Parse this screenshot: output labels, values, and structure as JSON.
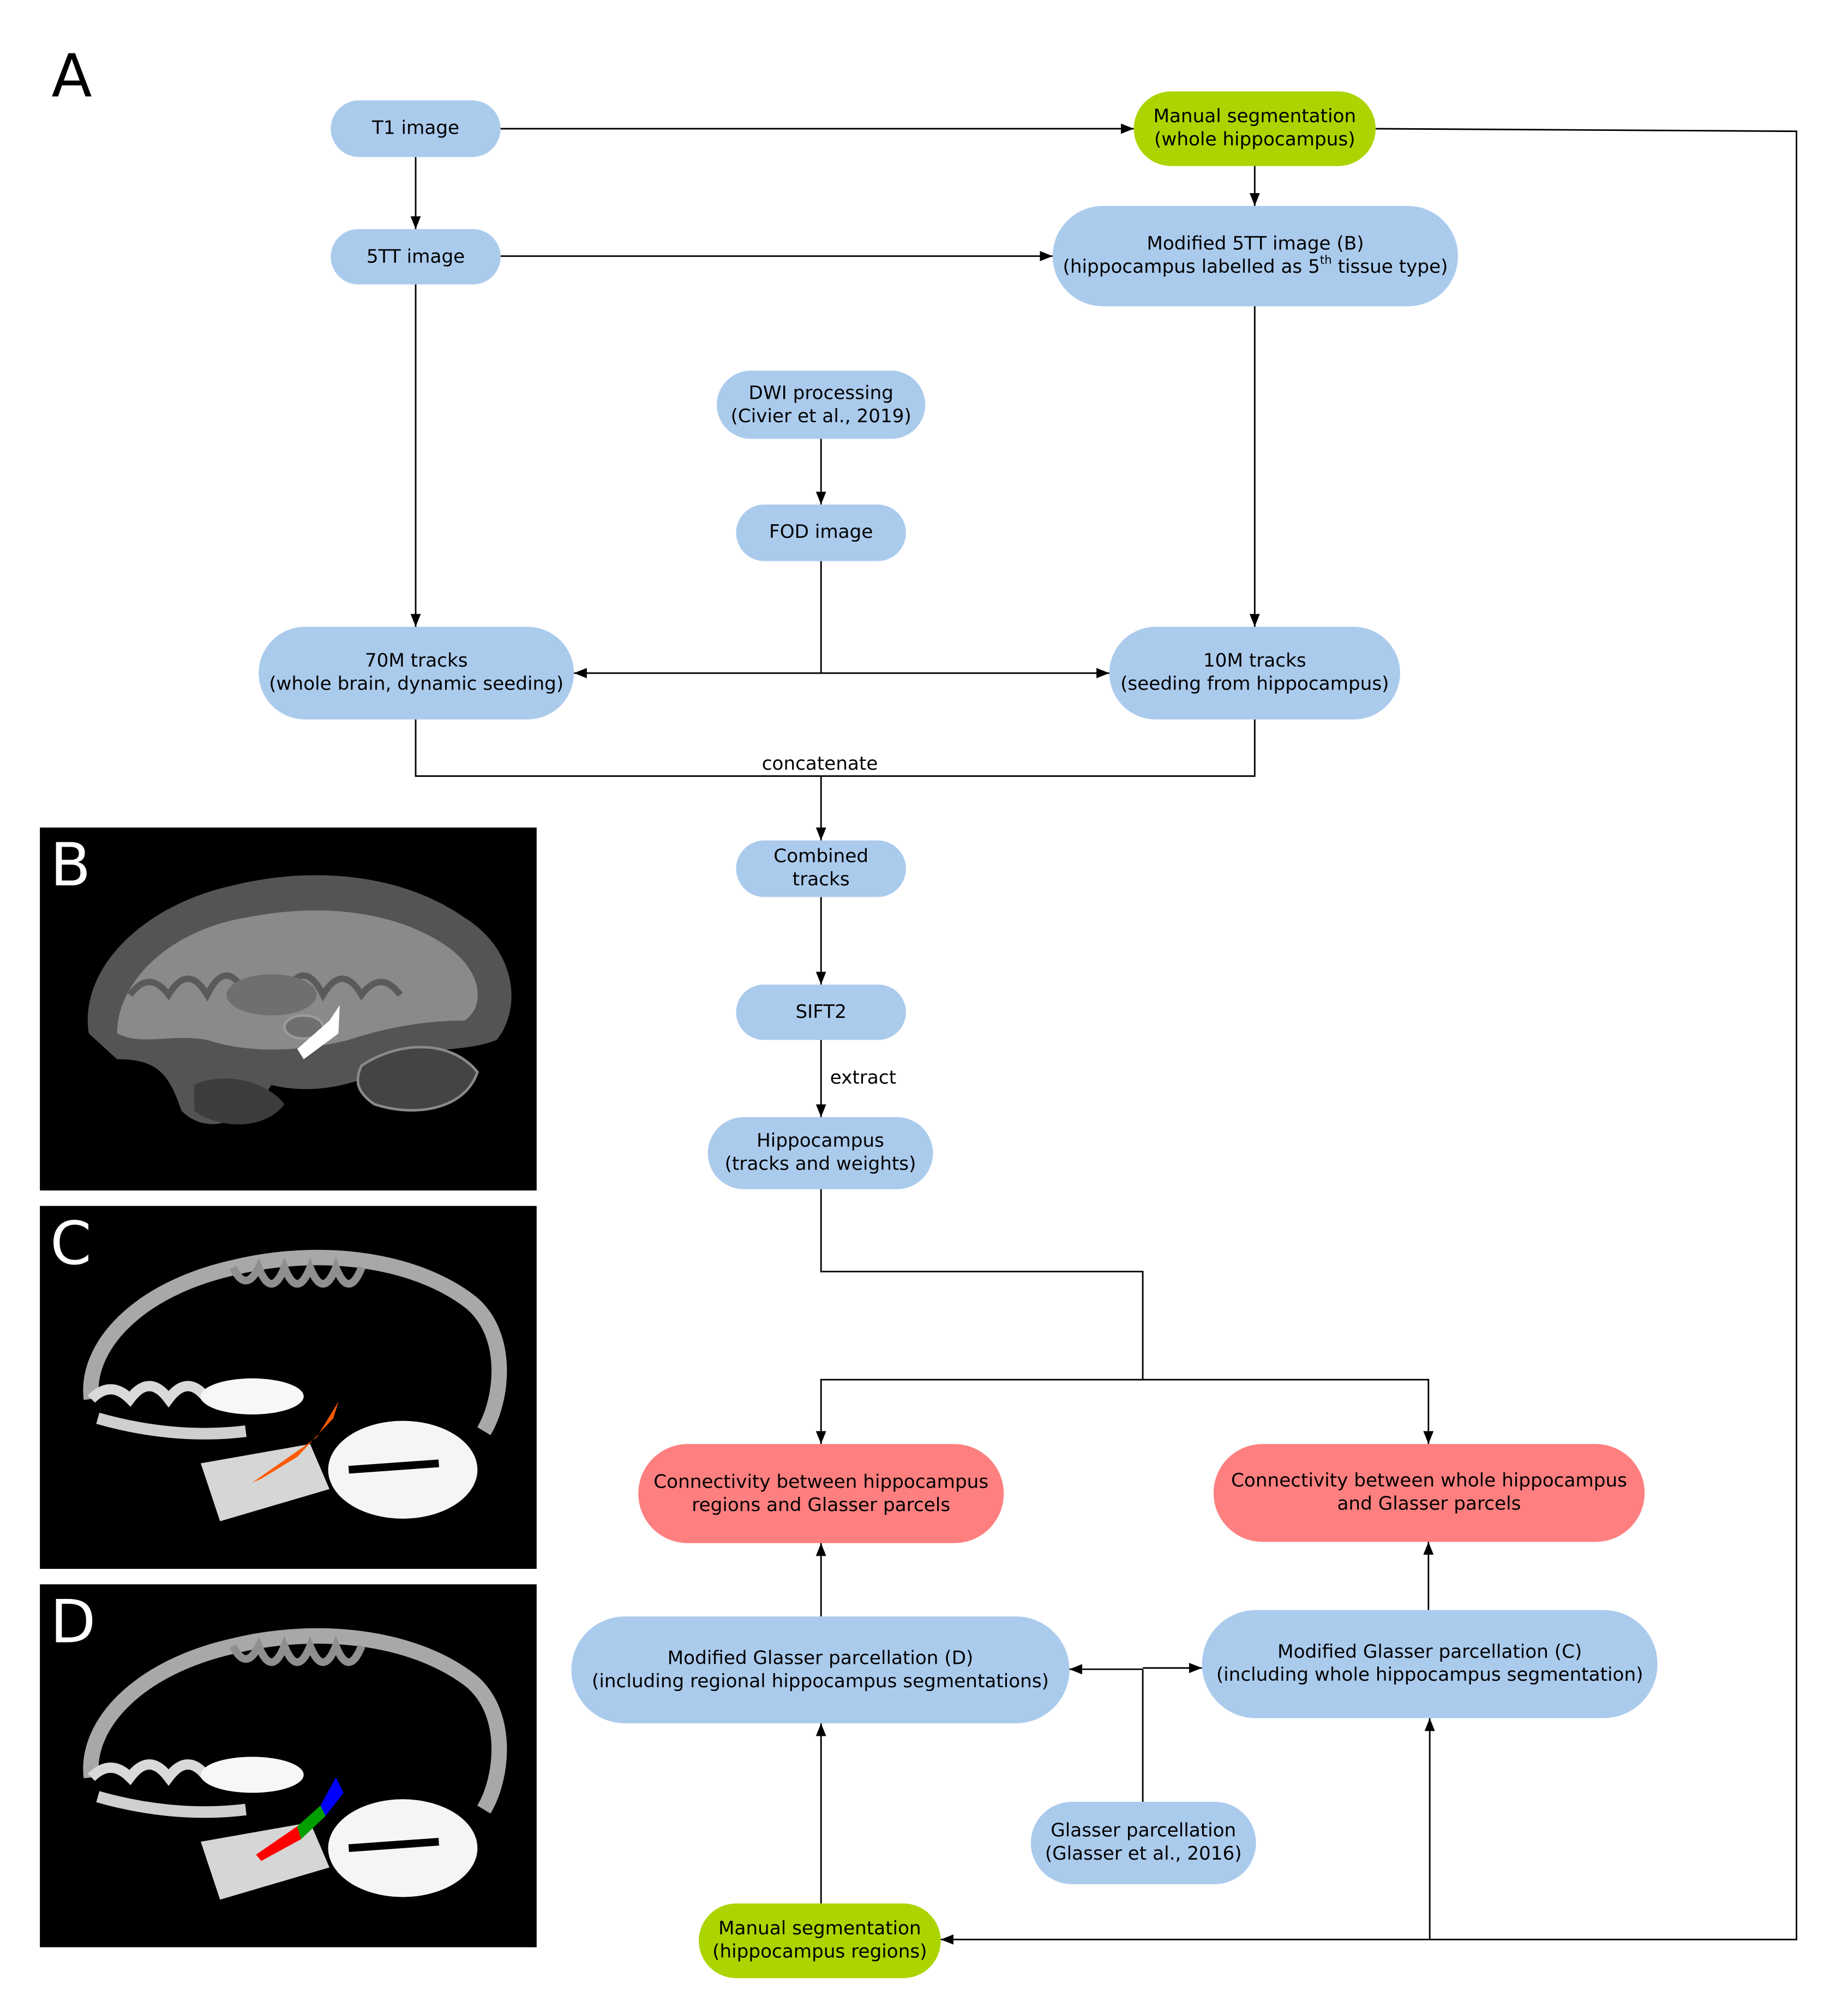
{
  "figure": {
    "panel_labels": {
      "a": "A",
      "b": "B",
      "c": "C",
      "d": "D"
    },
    "colors": {
      "process_node": "#abcbed",
      "manual_segmentation_node": "#acd400",
      "output_node": "#fe7f7f",
      "edge": "#000000",
      "hippocampus_whole": "#ff5a00",
      "hippocampus_region_head": "#ff0000",
      "hippocampus_region_body": "#00a000",
      "hippocampus_region_tail": "#0000ff"
    }
  },
  "nodes": {
    "t1_image": {
      "line1": "T1 image"
    },
    "tt5_image": {
      "line1": "5TT image"
    },
    "manual_seg_whole": {
      "line1": "Manual segmentation",
      "line2": "(whole hippocampus)"
    },
    "modified_5tt": {
      "line1": "Modified 5TT image (B)",
      "line2_pre": "(hippocampus labelled as 5",
      "line2_sup": "th",
      "line2_post": " tissue type)"
    },
    "dwi_processing": {
      "line1": "DWI processing",
      "line2": "(Civier et al., 2019)"
    },
    "fod_image": {
      "line1": "FOD image"
    },
    "tracks_70m": {
      "line1": "70M tracks",
      "line2": "(whole brain, dynamic seeding)"
    },
    "tracks_10m": {
      "line1": "10M tracks",
      "line2": "(seeding from hippocampus)"
    },
    "combined_tracks": {
      "line1": "Combined",
      "line2": "tracks"
    },
    "sift2": {
      "line1": "SIFT2"
    },
    "hippocampus_tracks": {
      "line1": "Hippocampus",
      "line2": "(tracks and weights)"
    },
    "connectivity_regions": {
      "line1": "Connectivity between hippocampus",
      "line2": "regions and Glasser parcels"
    },
    "connectivity_whole": {
      "line1": "Connectivity between whole hippocampus",
      "line2": "and Glasser parcels"
    },
    "glasser_d": {
      "line1": "Modified Glasser parcellation (D)",
      "line2": "(including regional hippocampus segmentations)"
    },
    "glasser_c": {
      "line1": "Modified Glasser parcellation (C)",
      "line2": "(including whole hippocampus segmentation)"
    },
    "glasser_parcellation": {
      "line1": "Glasser parcellation",
      "line2": "(Glasser et al., 2016)"
    },
    "manual_seg_regions": {
      "line1": "Manual segmentation",
      "line2": "(hippocampus regions)"
    }
  },
  "edge_labels": {
    "concatenate": "concatenate",
    "extract": "extract"
  },
  "edges": [
    {
      "from": "t1_image",
      "to": "tt5_image"
    },
    {
      "from": "t1_image",
      "to": "manual_seg_whole"
    },
    {
      "from": "manual_seg_whole",
      "to": "modified_5tt"
    },
    {
      "from": "tt5_image",
      "to": "modified_5tt"
    },
    {
      "from": "tt5_image",
      "to": "tracks_70m"
    },
    {
      "from": "modified_5tt",
      "to": "tracks_10m"
    },
    {
      "from": "dwi_processing",
      "to": "fod_image"
    },
    {
      "from": "fod_image",
      "to": "tracks_70m"
    },
    {
      "from": "fod_image",
      "to": "tracks_10m"
    },
    {
      "from": "tracks_70m",
      "to": "combined_tracks",
      "label": "concatenate"
    },
    {
      "from": "tracks_10m",
      "to": "combined_tracks",
      "label": "concatenate"
    },
    {
      "from": "combined_tracks",
      "to": "sift2"
    },
    {
      "from": "sift2",
      "to": "hippocampus_tracks",
      "label": "extract"
    },
    {
      "from": "hippocampus_tracks",
      "to": "connectivity_regions"
    },
    {
      "from": "hippocampus_tracks",
      "to": "connectivity_whole"
    },
    {
      "from": "glasser_d",
      "to": "connectivity_regions"
    },
    {
      "from": "glasser_c",
      "to": "connectivity_whole"
    },
    {
      "from": "glasser_parcellation",
      "to": "glasser_d"
    },
    {
      "from": "glasser_parcellation",
      "to": "glasser_c"
    },
    {
      "from": "manual_seg_whole",
      "to": "manual_seg_regions"
    },
    {
      "from": "manual_seg_whole",
      "to": "glasser_c"
    },
    {
      "from": "manual_seg_regions",
      "to": "glasser_d"
    }
  ],
  "image_panels": {
    "b": {
      "description": "Sagittal 5TT image with hippocampus highlighted in white"
    },
    "c": {
      "description": "Sagittal modified Glasser parcellation with whole hippocampus in orange"
    },
    "d": {
      "description": "Sagittal modified Glasser parcellation with hippocampus regions in red, green, blue"
    }
  }
}
